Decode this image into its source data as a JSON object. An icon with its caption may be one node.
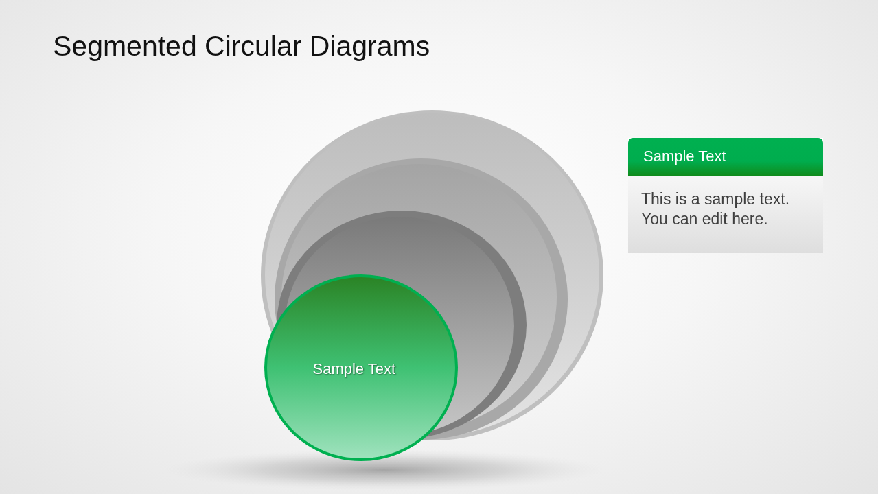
{
  "diagram": {
    "title": "Segmented Circular Diagrams",
    "nodes": [
      {
        "text": [],
        "shape": "circle"
      },
      {
        "text": [],
        "shape": "circle",
        "in": 0
      },
      {
        "text": [],
        "shape": "circle",
        "in": 1
      },
      {
        "text": [
          "Sample Text"
        ]
      },
      {
        "text": [
          "Sample Text",
          "This is a sample text. You can edit here."
        ]
      }
    ]
  }
}
